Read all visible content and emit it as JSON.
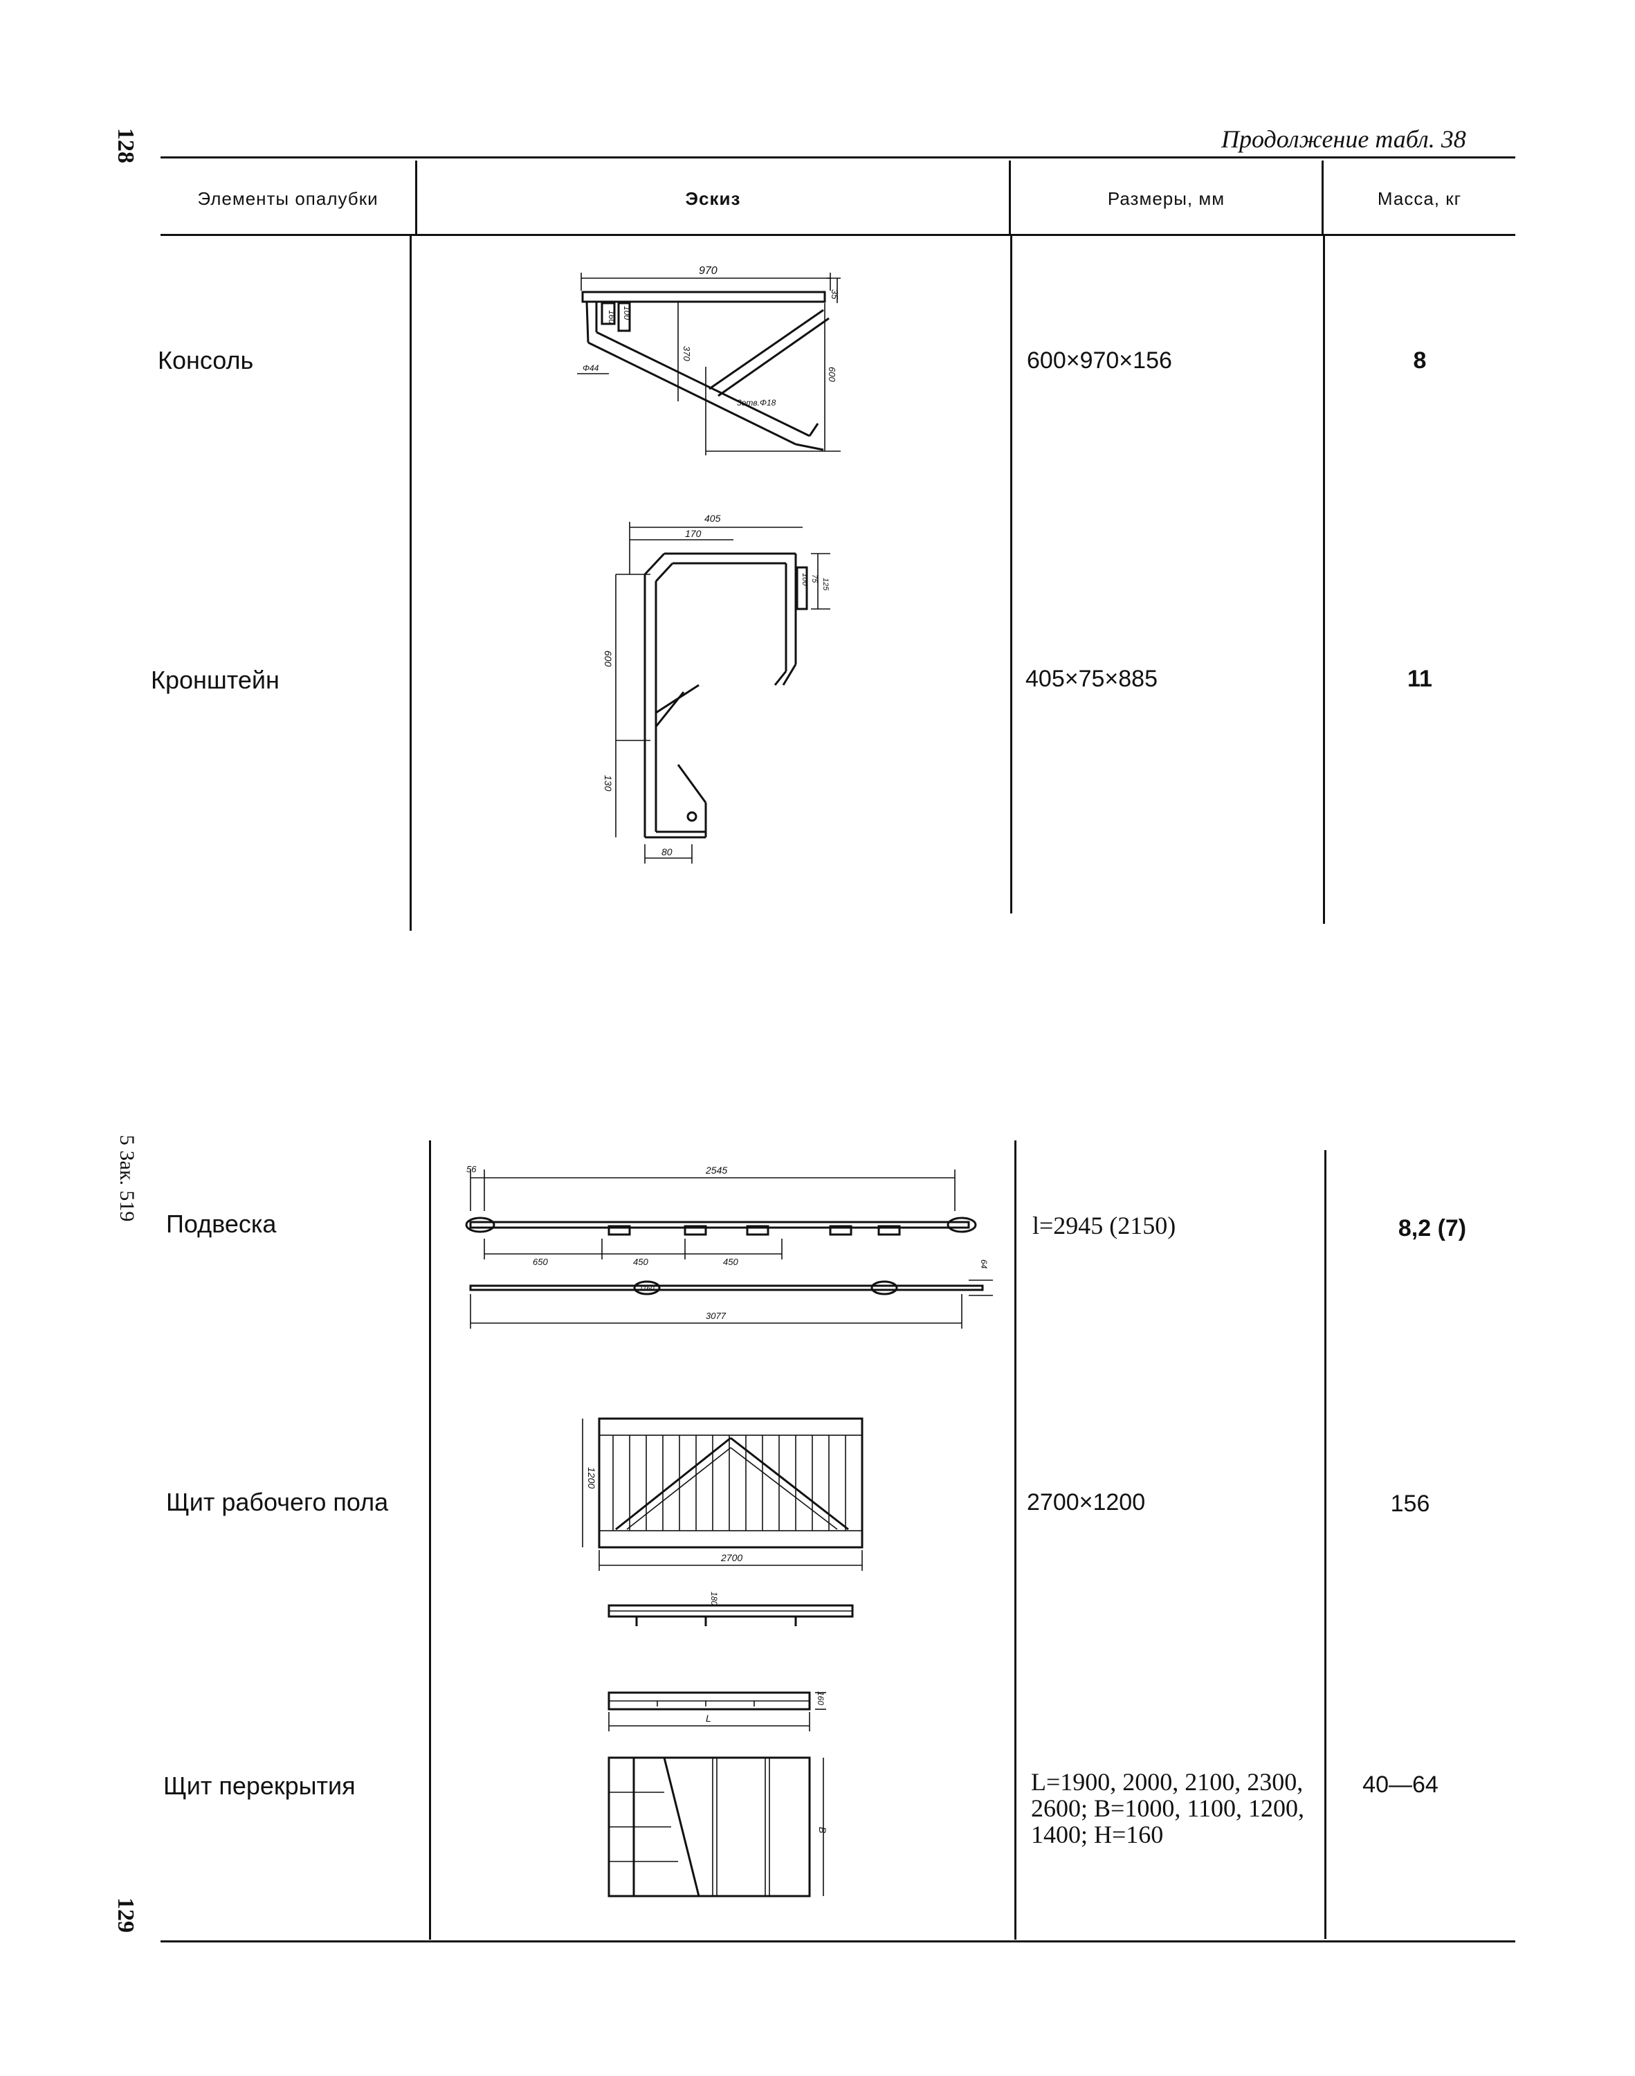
{
  "page": {
    "left_number": "128",
    "right_number": "129",
    "side_note": "5 Зак. 519",
    "continuation": "Продолжение табл. 38"
  },
  "table": {
    "headers": {
      "elements": "Элементы опалубки",
      "sketch": "Эскиз",
      "dimensions": "Размеры, мм",
      "mass": "Масса, кг"
    },
    "rows": [
      {
        "name": "Консоль",
        "dimensions": "600×970×156",
        "mass": "8"
      },
      {
        "name": "Кронштейн",
        "dimensions": "405×75×885",
        "mass": "11"
      },
      {
        "name": "Подвеска",
        "dimensions": "l=2945 (2150)",
        "mass": "8,2 (7)"
      },
      {
        "name": "Щит рабочего пола",
        "dimensions": "2700×1200",
        "mass": "156"
      },
      {
        "name": "Щит перекрытия",
        "dimensions": "L=1900, 2000, 2100, 2300, 2600; B=1000, 1100, 1200, 1400; H=160",
        "mass": "40—64"
      }
    ]
  },
  "sketch_labels": {
    "console": {
      "width": "970",
      "top": "35",
      "h160": "160",
      "h100": "100",
      "h370": "370",
      "h600": "600",
      "d44": "Φ44",
      "holes": "3отв.Φ18"
    },
    "bracket": {
      "w405": "405",
      "w170": "170",
      "h600": "600",
      "h130": "130",
      "w80": "80",
      "r1": "100",
      "r2": "75",
      "r3": "125"
    },
    "hanger": {
      "left": "56",
      "length": "2545",
      "s1": "650",
      "s2": "450",
      "s3": "450",
      "total": "3077",
      "side": "64",
      "tag": "1160"
    },
    "floor_panel": {
      "height": "1200",
      "width": "2700",
      "depth": "180"
    },
    "slab_panel": {
      "length": "L",
      "height": "160",
      "b": "B"
    }
  }
}
